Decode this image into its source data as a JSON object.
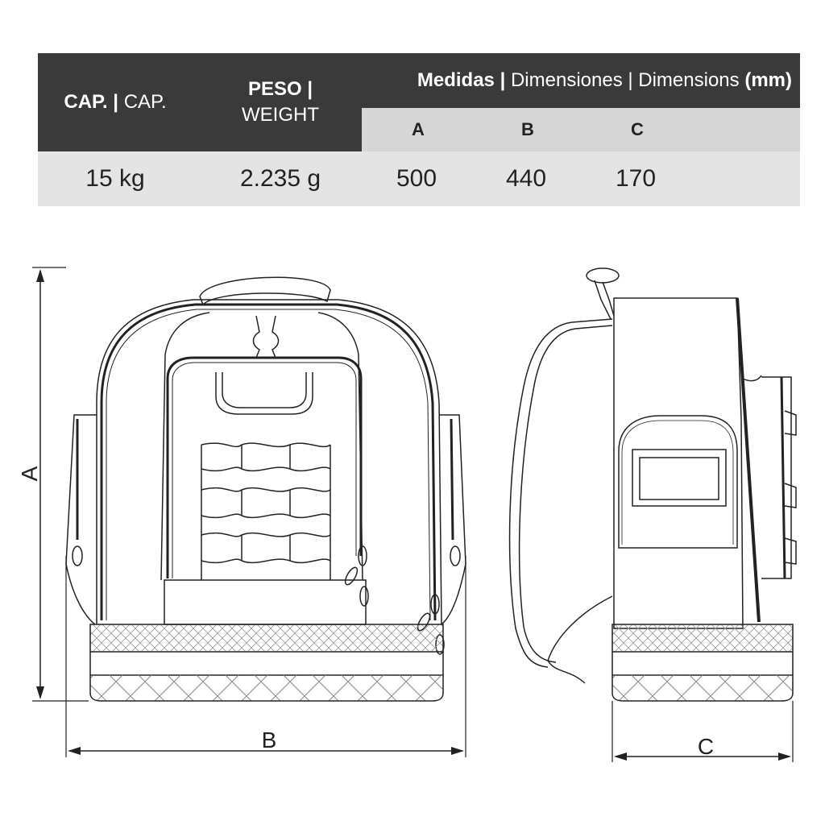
{
  "table": {
    "cap_header_bold": "CAP.",
    "cap_header_sep": "|",
    "cap_header_light": "CAP.",
    "peso_header_bold": "PESO |",
    "peso_header_light": "WEIGHT",
    "dim_header_bold1": "Medidas",
    "dim_header_sep1": "|",
    "dim_header_light": "Dimensiones | Dimensions",
    "dim_header_bold2": "(mm)",
    "sub_a": "A",
    "sub_b": "B",
    "sub_c": "C",
    "cap_value": "15 kg",
    "weight_value": "2.235 g",
    "a_value": "500",
    "b_value": "440",
    "c_value": "170"
  },
  "drawing": {
    "label_a": "A",
    "label_b": "B",
    "label_c": "C",
    "front_view_icon": "backpack-front-view",
    "side_view_icon": "backpack-side-view"
  }
}
